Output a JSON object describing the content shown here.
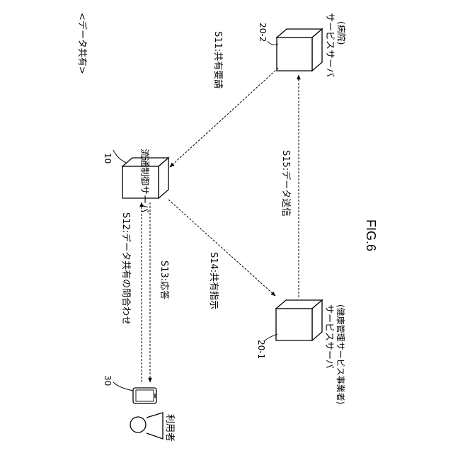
{
  "header": {
    "title": "<データ共有>"
  },
  "figure": {
    "label": "FIG.6"
  },
  "nodes": {
    "control_server": {
      "ref": "10",
      "label": "流通制御サーバ"
    },
    "hospital_server": {
      "ref": "20-2",
      "label": "サービスサーバ",
      "sublabel": "(病院)"
    },
    "health_server": {
      "ref": "20-1",
      "label": "サービスサーバ",
      "sublabel": "(健康管理サービス事業者)"
    },
    "user_terminal": {
      "ref": "30",
      "label": "利用者"
    }
  },
  "steps": {
    "s11": "S11:共有要請",
    "s12": "S12:データ共有の問合わせ",
    "s13": "S13:応答",
    "s14": "S14:共有指示",
    "s15": "S15:データ送信"
  }
}
